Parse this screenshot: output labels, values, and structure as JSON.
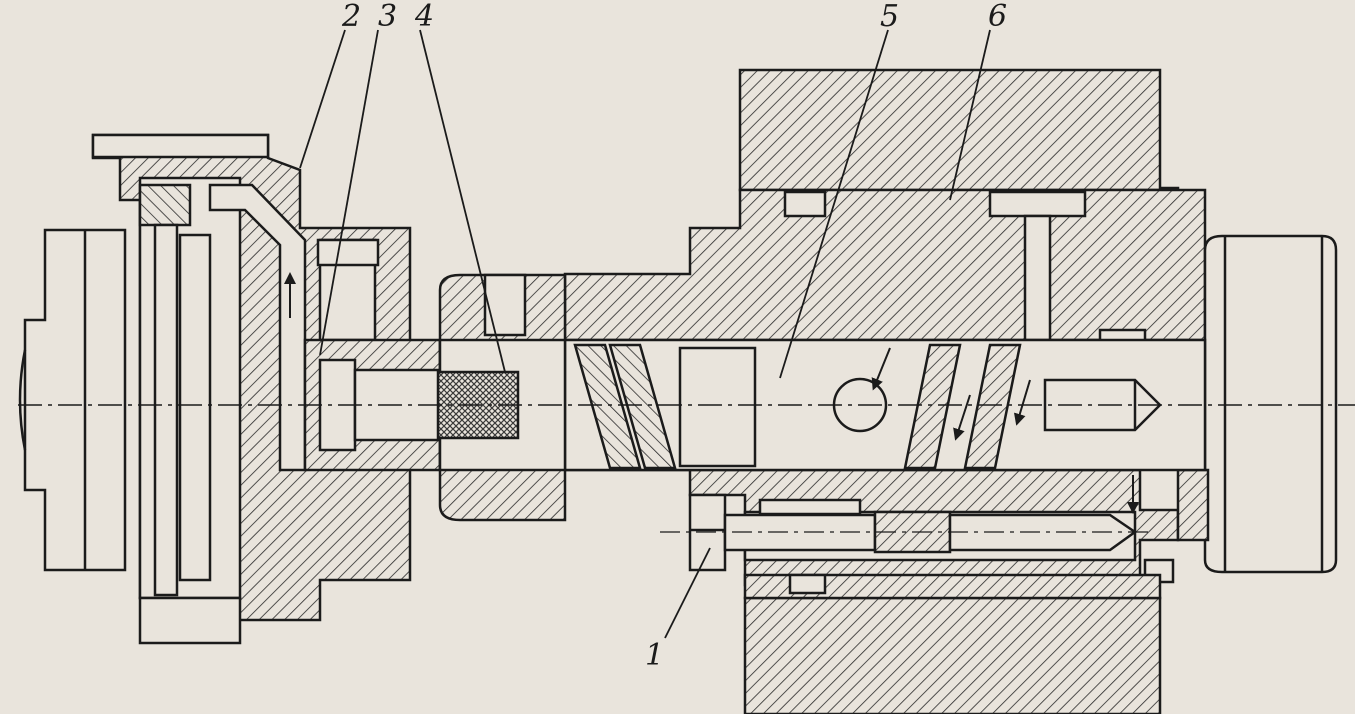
{
  "colors": {
    "paper": "#e9e4dc",
    "ink": "#1b1b1b",
    "hatch": "#2a2a2a",
    "mesh": "#3a3a3a"
  },
  "callouts": [
    {
      "id": "1",
      "text": "1"
    },
    {
      "id": "2",
      "text": "2"
    },
    {
      "id": "3",
      "text": "3"
    },
    {
      "id": "4",
      "text": "4"
    },
    {
      "id": "5",
      "text": "5"
    },
    {
      "id": "6",
      "text": "6"
    }
  ]
}
